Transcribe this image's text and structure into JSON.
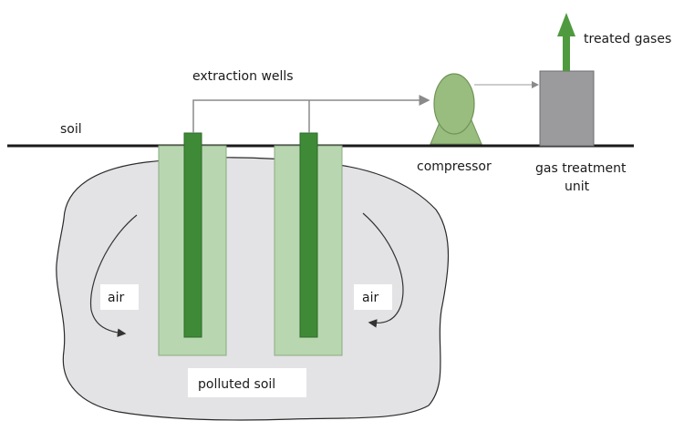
{
  "labels": {
    "soil": "soil",
    "extraction_wells": "extraction wells",
    "compressor": "compressor",
    "gas_treatment_line1": "gas treatment",
    "gas_treatment_line2": "unit",
    "treated_gases": "treated gases",
    "air_left": "air",
    "air_right": "air",
    "polluted_soil": "polluted soil"
  },
  "colors": {
    "polluted_zone": "#e3e3e5",
    "well_casing": "#b8d7b0",
    "well_pipe": "#3f8a37",
    "compressor": "#99bc7f",
    "treatment_unit": "#9b9b9e",
    "treated_arrow": "#4f9a3e",
    "ground_line": "#1a1a1a"
  }
}
